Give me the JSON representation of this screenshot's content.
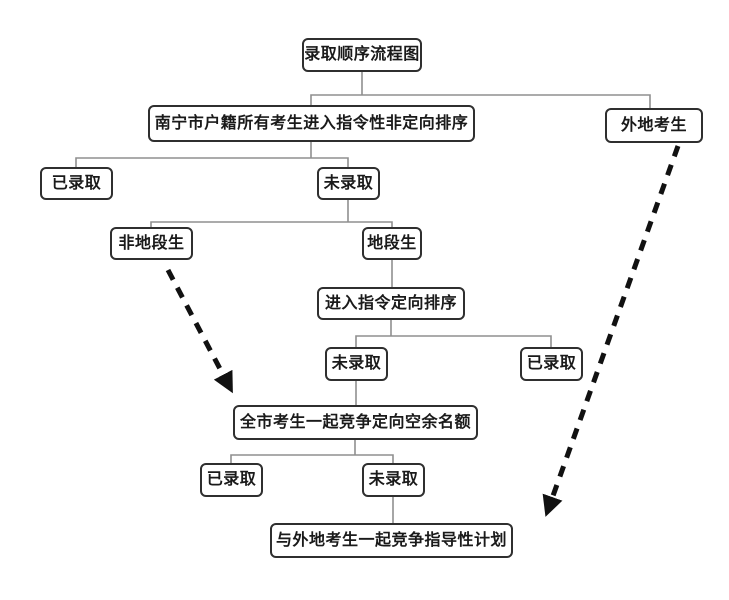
{
  "diagram": {
    "type": "flowchart",
    "title": "录取顺序流程图",
    "nodes": {
      "title": {
        "label": "录取顺序流程图"
      },
      "nanning_sort": {
        "label": "南宁市户籍所有考生进入指令性非定向排序"
      },
      "out_of_town": {
        "label": "外地考生"
      },
      "admitted_1": {
        "label": "已录取"
      },
      "not_admitted_1": {
        "label": "未录取"
      },
      "non_district": {
        "label": "非地段生"
      },
      "district": {
        "label": "地段生"
      },
      "directive_sort": {
        "label": "进入指令定向排序"
      },
      "not_admitted_2": {
        "label": "未录取"
      },
      "admitted_2": {
        "label": "已录取"
      },
      "citywide_compete": {
        "label": "全市考生一起竞争定向空余名额"
      },
      "admitted_3": {
        "label": "已录取"
      },
      "not_admitted_3": {
        "label": "未录取"
      },
      "guidance_compete": {
        "label": "与外地考生一起竞争指导性计划"
      }
    },
    "edges": [
      {
        "from": "title",
        "to": "nanning_sort",
        "style": "solid"
      },
      {
        "from": "title",
        "to": "out_of_town",
        "style": "solid"
      },
      {
        "from": "nanning_sort",
        "to": "admitted_1",
        "style": "solid"
      },
      {
        "from": "nanning_sort",
        "to": "not_admitted_1",
        "style": "solid"
      },
      {
        "from": "not_admitted_1",
        "to": "non_district",
        "style": "solid"
      },
      {
        "from": "not_admitted_1",
        "to": "district",
        "style": "solid"
      },
      {
        "from": "district",
        "to": "directive_sort",
        "style": "solid"
      },
      {
        "from": "directive_sort",
        "to": "not_admitted_2",
        "style": "solid"
      },
      {
        "from": "directive_sort",
        "to": "admitted_2",
        "style": "solid"
      },
      {
        "from": "not_admitted_2",
        "to": "citywide_compete",
        "style": "solid"
      },
      {
        "from": "non_district",
        "to": "citywide_compete",
        "style": "dashed_arrow"
      },
      {
        "from": "citywide_compete",
        "to": "admitted_3",
        "style": "solid"
      },
      {
        "from": "citywide_compete",
        "to": "not_admitted_3",
        "style": "solid"
      },
      {
        "from": "not_admitted_3",
        "to": "guidance_compete",
        "style": "solid"
      },
      {
        "from": "out_of_town",
        "to": "guidance_compete",
        "style": "dashed_arrow"
      }
    ],
    "colors": {
      "box_border": "#2f2f2f",
      "box_fill": "#ffffff",
      "connector": "#8f8f8f",
      "dashed_arrow": "#111111",
      "text": "#1a1a1a"
    }
  }
}
